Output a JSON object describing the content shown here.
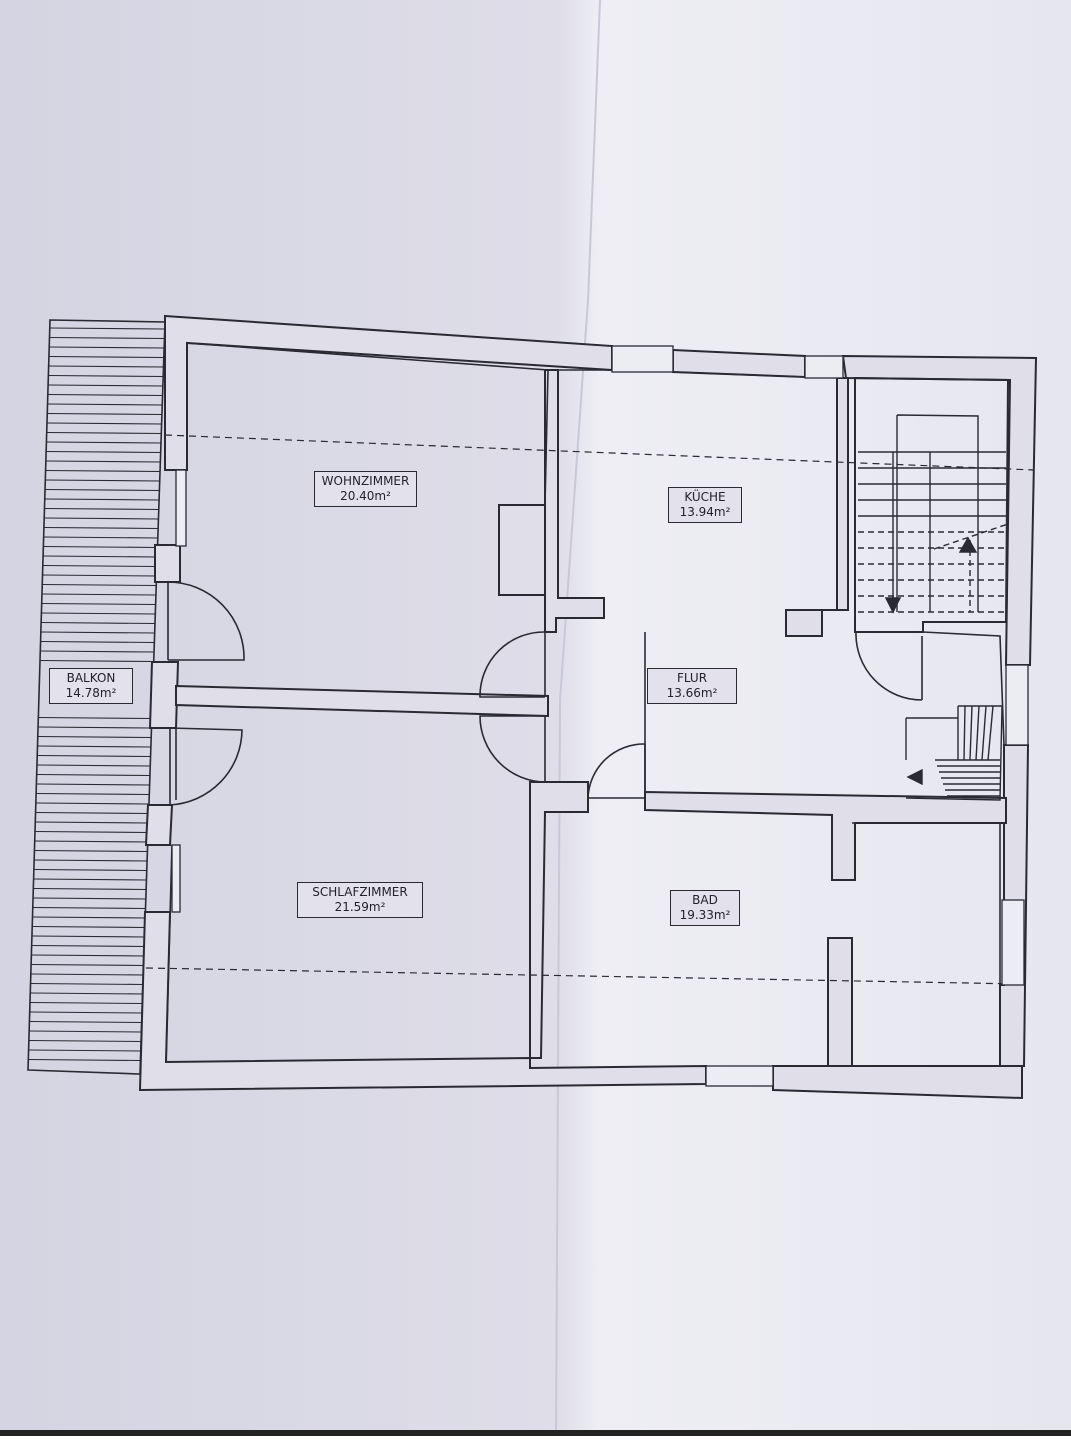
{
  "palette": {
    "paper_left": "#d9d9e6",
    "paper_right": "#e9e9f1",
    "ink": "#2a2a33",
    "wall_fill": "#e0dfe9"
  },
  "rooms": [
    {
      "id": "wohnzimmer",
      "name": "WOHNZIMMER",
      "area": "20.40m²"
    },
    {
      "id": "kueche",
      "name": "KÜCHE",
      "area": "13.94m²"
    },
    {
      "id": "balkon",
      "name": "BALKON",
      "area": "14.78m²"
    },
    {
      "id": "flur",
      "name": "FLUR",
      "area": "13.66m²"
    },
    {
      "id": "schlafzimmer",
      "name": "SCHLAFZIMMER",
      "area": "21.59m²"
    },
    {
      "id": "bad",
      "name": "BAD",
      "area": "19.33m²"
    }
  ]
}
